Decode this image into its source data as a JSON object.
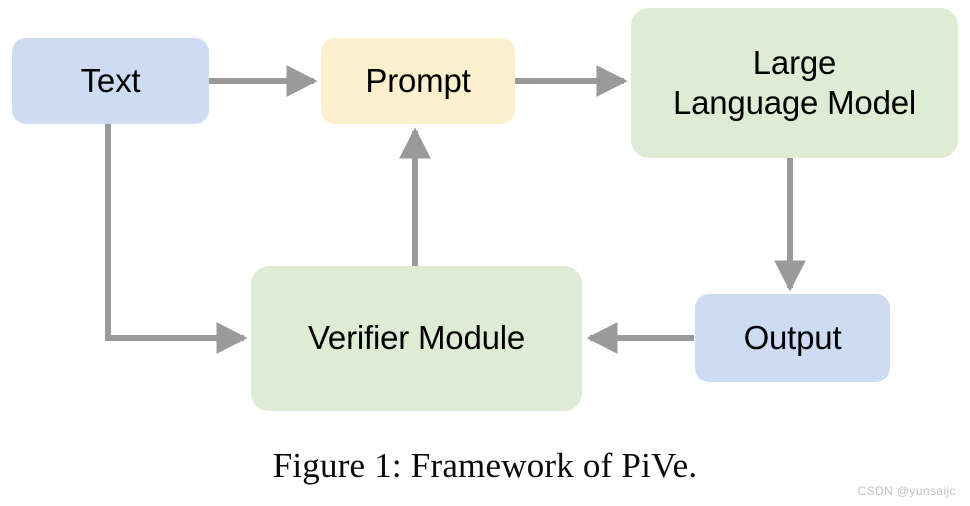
{
  "figure": {
    "caption": "Figure 1: Framework of PiVe.",
    "watermark": "CSDN @yunsaijc"
  },
  "colors": {
    "blue_fill": "#cddcf2",
    "yellow_fill": "#fcefcd",
    "green_fill": "#dfecd5",
    "arrow_gray": "#9a9a9a",
    "text_black": "#000000",
    "background": "#ffffff",
    "watermark_gray": "#c2c2c2"
  },
  "nodes": [
    {
      "id": "text",
      "label": "Text",
      "fill": "#cddcf2"
    },
    {
      "id": "prompt",
      "label": "Prompt",
      "fill": "#fcefcd"
    },
    {
      "id": "llm",
      "label": "Large\nLanguage Model",
      "fill": "#dfecd5"
    },
    {
      "id": "verifier",
      "label": "Verifier Module",
      "fill": "#dfecd5"
    },
    {
      "id": "output",
      "label": "Output",
      "fill": "#cddcf2"
    }
  ],
  "edges": [
    {
      "id": "text-to-prompt",
      "from": "text",
      "to": "prompt",
      "direction": "right"
    },
    {
      "id": "prompt-to-llm",
      "from": "prompt",
      "to": "llm",
      "direction": "right"
    },
    {
      "id": "llm-to-output",
      "from": "llm",
      "to": "output",
      "direction": "down"
    },
    {
      "id": "output-to-verifier",
      "from": "output",
      "to": "verifier",
      "direction": "left"
    },
    {
      "id": "verifier-to-prompt",
      "from": "verifier",
      "to": "prompt",
      "direction": "up"
    },
    {
      "id": "text-to-verifier",
      "from": "text",
      "to": "verifier",
      "direction": "elbow-down-right"
    }
  ]
}
